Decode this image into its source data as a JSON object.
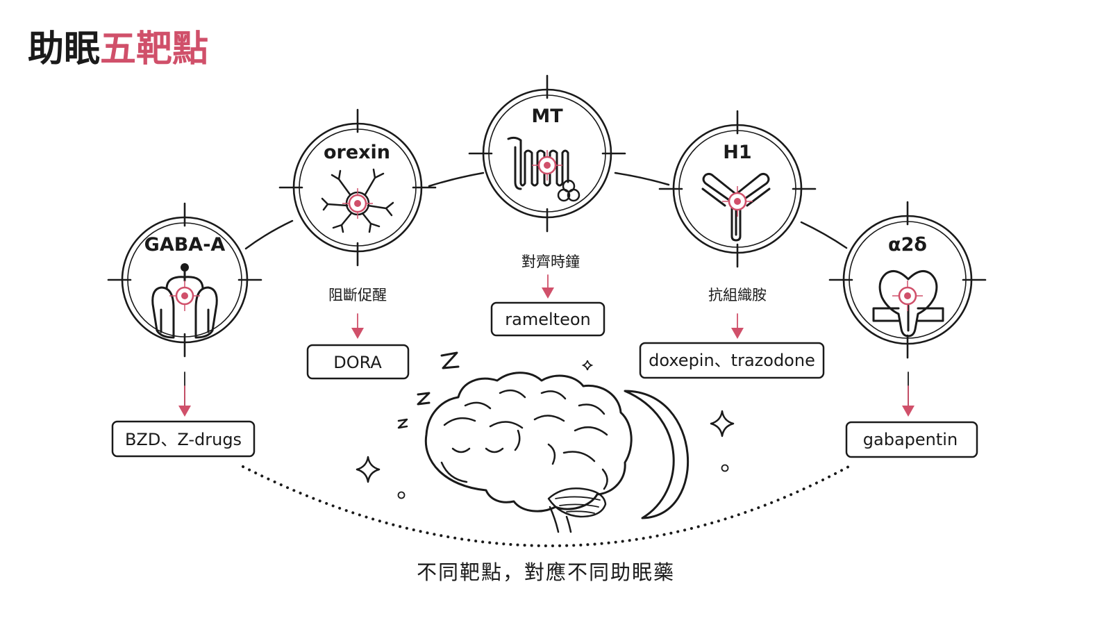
{
  "title": {
    "part1": "助眠",
    "part2": "五靶點"
  },
  "colors": {
    "text": "#1a1a1a",
    "accent": "#d0506a",
    "background": "#ffffff"
  },
  "targets": [
    {
      "id": "gaba",
      "label": "GABA-A",
      "mechanism": "",
      "drug": "BZD、Z-drugs",
      "icon": "gaba-a-receptor-icon"
    },
    {
      "id": "orexin",
      "label": "orexin",
      "mechanism": "阻斷促醒",
      "drug": "DORA",
      "icon": "neuron-icon"
    },
    {
      "id": "mt",
      "label": "MT",
      "mechanism": "對齊時鐘",
      "drug": "ramelteon",
      "icon": "gpcr-receptor-icon"
    },
    {
      "id": "h1",
      "label": "H1",
      "mechanism": "抗組織胺",
      "drug": "doxepin、trazodone",
      "icon": "y-receptor-icon"
    },
    {
      "id": "a2d",
      "label": "α2δ",
      "mechanism": "",
      "drug": "gabapentin",
      "icon": "calcium-channel-subunit-icon"
    }
  ],
  "footer": "不同靶點，對應不同助眠藥",
  "illustration": {
    "center": "sleeping-brain-icon",
    "moon": "crescent-moon-icon",
    "sleep": "zzz-icon"
  }
}
